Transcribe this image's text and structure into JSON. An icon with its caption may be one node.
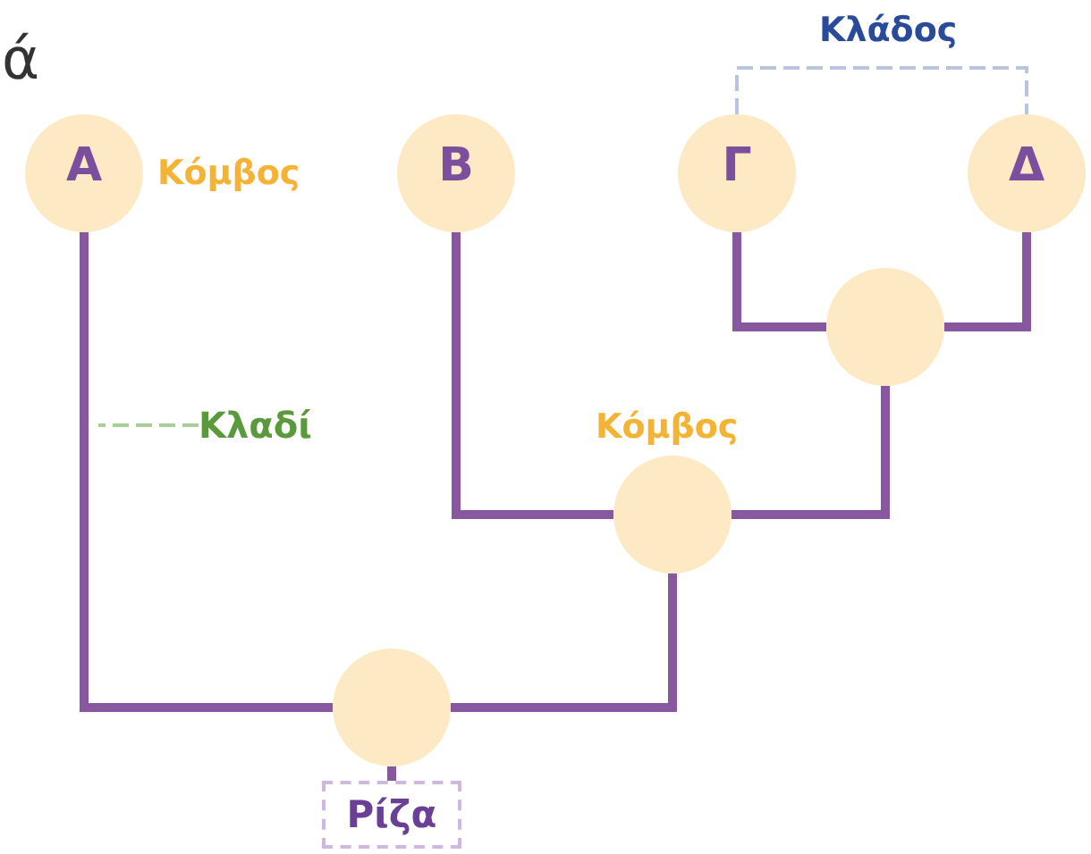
{
  "diagram": {
    "nodes": [
      {
        "text": [
          "Α"
        ]
      },
      {
        "text": [
          "Β"
        ]
      },
      {
        "text": [
          "Γ"
        ]
      },
      {
        "text": [
          "Δ"
        ]
      },
      {
        "text": [],
        "shape": "circle"
      },
      {
        "text": [],
        "shape": "circle"
      },
      {
        "text": [],
        "shape": "circle"
      },
      {
        "text": [
          "Ρίζα"
        ]
      },
      {
        "text": [
          "Κλαδί"
        ]
      }
    ],
    "edges": [
      {
        "from": 0,
        "to": 6,
        "arrow": "none"
      },
      {
        "from": 1,
        "to": 5,
        "arrow": "none"
      },
      {
        "from": 2,
        "to": 4,
        "arrow": "none"
      },
      {
        "from": 3,
        "to": 4,
        "arrow": "none"
      },
      {
        "from": 4,
        "to": 5,
        "arrow": "none"
      },
      {
        "from": 5,
        "to": 6,
        "arrow": "none"
      },
      {
        "from": 6,
        "to": 7,
        "arrow": "none"
      },
      {
        "from": 8,
        "to": null,
        "arrow": "none",
        "style": "dashed",
        "color": "#a8d096"
      }
    ],
    "labels": [
      "ά",
      "Κόμβος",
      "Κλάδος",
      "Κόμβος"
    ]
  }
}
